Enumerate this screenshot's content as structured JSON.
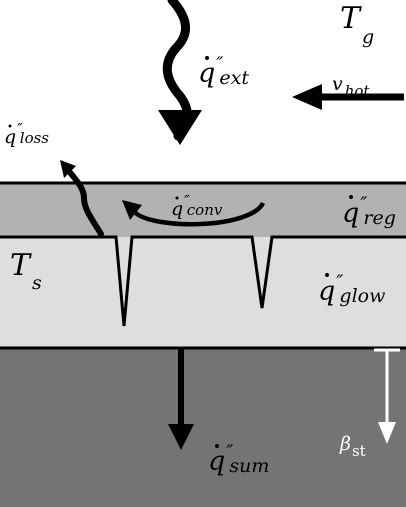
{
  "colors": {
    "background": "#ffffff",
    "regression_layer": "#b2b2b2",
    "glow_layer": "#dedede",
    "bulk_layer": "#747474",
    "line": "#000000",
    "beta_arrow": "#ffffff",
    "beta_text": "#ffffff"
  },
  "labels": {
    "gas_temperature": {
      "main": "T",
      "sub": "g"
    },
    "hot_velocity": {
      "main": "v",
      "sub": "hot"
    },
    "q_ext": {
      "main": "q",
      "prime": "″",
      "sub": "ext"
    },
    "q_loss": {
      "main": "q",
      "prime": "″",
      "sub": "loss"
    },
    "q_conv": {
      "main": "q",
      "prime": "″",
      "sub": "conv"
    },
    "q_reg": {
      "main": "q",
      "prime": "″",
      "sub": "reg"
    },
    "surface_temperature": {
      "main": "T",
      "sub": "s"
    },
    "q_glow": {
      "main": "q",
      "prime": "″",
      "sub": "glow"
    },
    "q_sum": {
      "main": "q",
      "prime": "″",
      "sub": "sum"
    },
    "beta": {
      "main": "β",
      "sub": "st"
    }
  },
  "icons": {
    "q_ext_arrow": "wavy-down-arrow-icon",
    "hot_flow_arrow": "left-arrow-icon",
    "loss_arrow": "wavy-up-left-arrow-icon",
    "conv_arrow": "curved-arrow-icon",
    "sum_arrow": "down-arrow-icon",
    "beta_arrow": "white-down-arrow-icon"
  }
}
